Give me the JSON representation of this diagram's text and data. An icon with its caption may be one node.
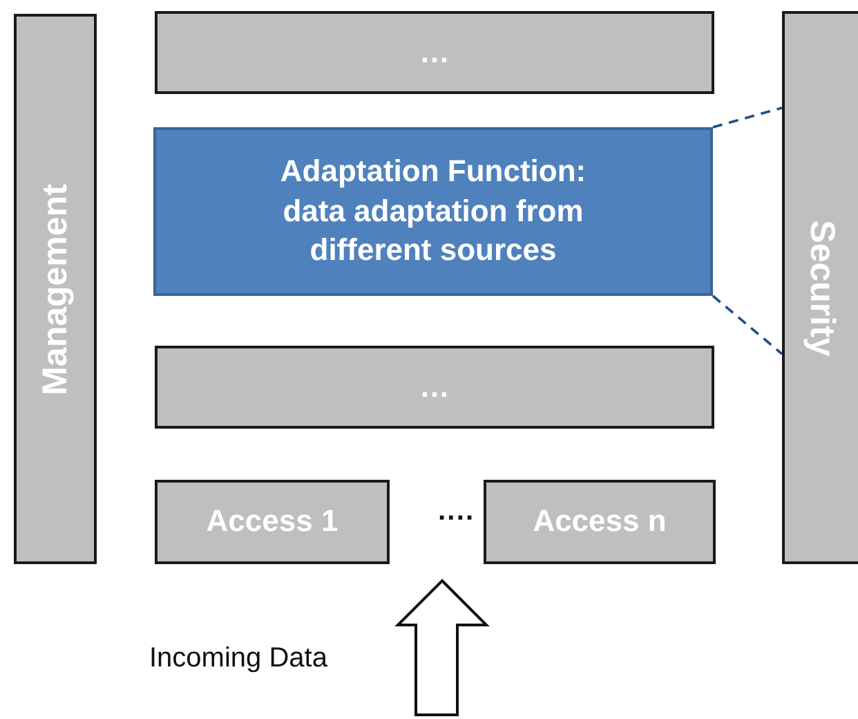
{
  "diagram": {
    "nodes": [
      {
        "text": [
          "Management"
        ]
      },
      {
        "text": [
          "…"
        ]
      },
      {
        "text": [
          "Adaptation Function: data adaptation from different sources"
        ]
      },
      {
        "text": [
          "…"
        ]
      },
      {
        "text": [
          "Access 1"
        ]
      },
      {
        "text": [
          "Access n"
        ]
      },
      {
        "text": [
          "Security"
        ]
      }
    ],
    "edges": [
      {
        "from": 2,
        "to": 6,
        "arrow": "none",
        "style": "dashed",
        "color": "#1f4e8c"
      },
      {
        "from": 2,
        "to": 6,
        "arrow": "none",
        "style": "dashed",
        "color": "#1f4e8c"
      }
    ],
    "labels": [
      "····",
      "Incoming Data"
    ]
  }
}
